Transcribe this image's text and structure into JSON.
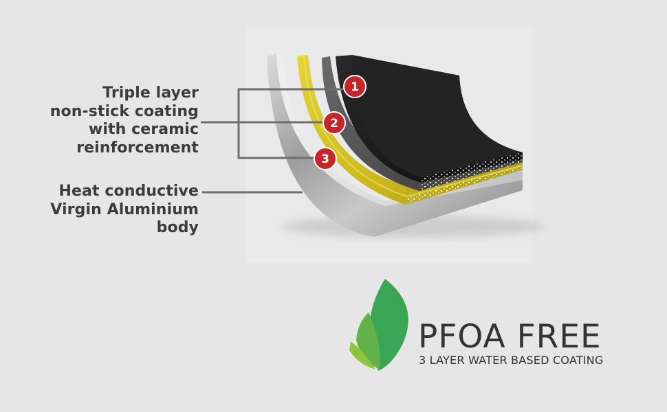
{
  "callouts": {
    "coating": {
      "lines": [
        "Triple layer",
        "non-stick coating",
        "with ceramic",
        "reinforcement"
      ]
    },
    "body": {
      "lines": [
        "Heat conductive",
        "Virgin Aluminium",
        "body"
      ]
    }
  },
  "layer_markers": [
    "1",
    "2",
    "3"
  ],
  "logo": {
    "title": "PFOA FREE",
    "subtitle": "3 LAYER WATER BASED COATING"
  },
  "colors": {
    "background": "#e6e6e6",
    "text": "#3c3c3c",
    "badge": "#c8252b",
    "leader_line": "#6e6e6e",
    "coating_black": "#1b1b1b",
    "coating_yellow": "#d8c82a",
    "aluminium": "#b5b5b5",
    "leaf_dark": "#3aa655",
    "leaf_light": "#8cc63f"
  }
}
